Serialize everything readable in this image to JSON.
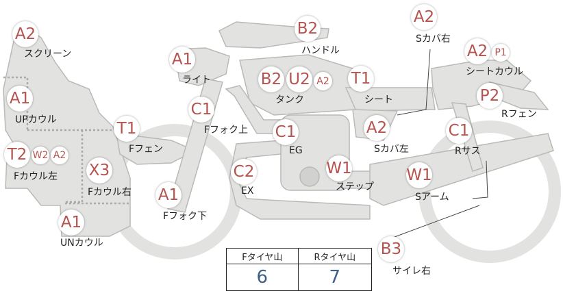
{
  "parts": [
    {
      "id": "screen",
      "code": "A2",
      "label": "スクリーン"
    },
    {
      "id": "up-cowl",
      "code": "A1",
      "label": "UPカウル"
    },
    {
      "id": "f-cowl-left",
      "codes": [
        "T2",
        "W2",
        "A2"
      ],
      "label": "Fカウル左"
    },
    {
      "id": "f-cowl-right",
      "code": "X3",
      "label": "Fカウル右"
    },
    {
      "id": "un-cowl",
      "code": "A1",
      "label": "UNカウル"
    },
    {
      "id": "f-fender",
      "code": "T1",
      "label": "Fフェン"
    },
    {
      "id": "light",
      "code": "A1",
      "label": "ライト"
    },
    {
      "id": "f-fork-upper",
      "code": "C1",
      "label": "Fフォク上"
    },
    {
      "id": "f-fork-lower",
      "code": "A1",
      "label": "Fフォク下"
    },
    {
      "id": "handle",
      "code": "B2",
      "label": "ハンドル"
    },
    {
      "id": "tank",
      "codes": [
        "B2",
        "U2",
        "A2"
      ],
      "label": "タンク"
    },
    {
      "id": "engine",
      "code": "C1",
      "label": "EG"
    },
    {
      "id": "exhaust",
      "code": "C2",
      "label": "EX"
    },
    {
      "id": "step",
      "code": "W1",
      "label": "ステップ"
    },
    {
      "id": "seat",
      "code": "T1",
      "label": "シート"
    },
    {
      "id": "s-cover-left",
      "code": "A2",
      "label": "Sカバ左"
    },
    {
      "id": "s-cover-right",
      "code": "A2",
      "label": "Sカバ右"
    },
    {
      "id": "seat-cowl",
      "codes": [
        "A2",
        "P1"
      ],
      "label": "シートカウル"
    },
    {
      "id": "r-fender",
      "code": "P2",
      "label": "Rフェン"
    },
    {
      "id": "r-sus",
      "code": "C1",
      "label": "Rサス"
    },
    {
      "id": "s-arm",
      "code": "W1",
      "label": "Sアーム"
    },
    {
      "id": "silencer-right",
      "code": "B3",
      "label": "サイレ右"
    }
  ],
  "tire_table": {
    "headers": [
      "Fタイヤ山",
      "Rタイヤ山"
    ],
    "values": [
      "6",
      "7"
    ]
  },
  "colors": {
    "body": "#e2e2e0",
    "outline": "#b9b9b6",
    "code": "#b5534f",
    "value": "#3e5f8a"
  }
}
